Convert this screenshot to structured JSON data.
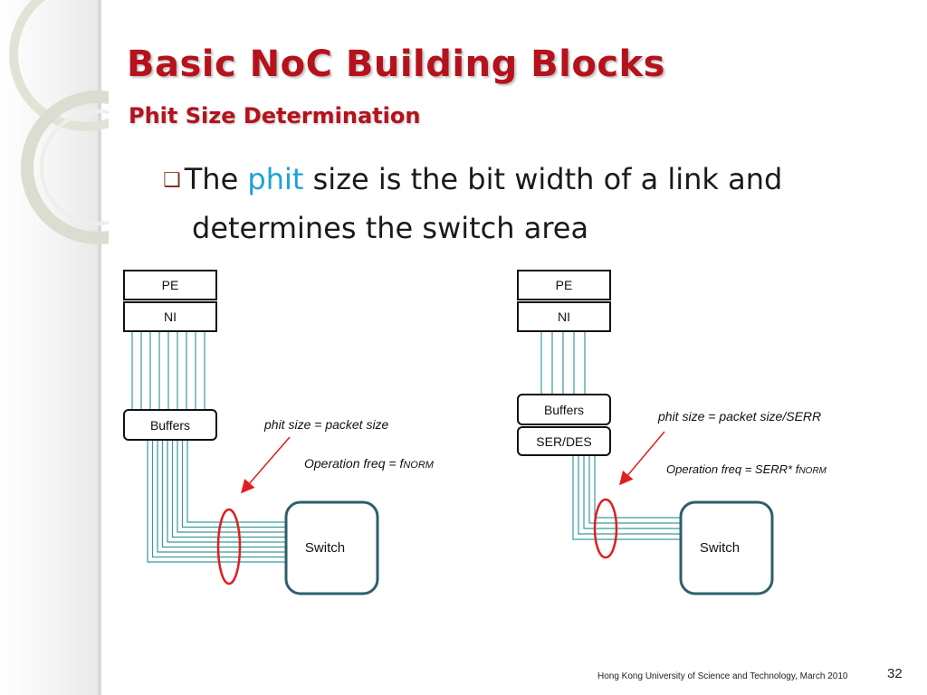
{
  "slide": {
    "title": "Basic NoC Building Blocks",
    "subtitle": "Phit Size Determination",
    "bullet": {
      "text_before": "The ",
      "highlight": "phit",
      "text_after": " size is the bit width of a link and",
      "line2": "determines the switch area"
    },
    "footer": "Hong Kong University of Science and Technology, March 2010",
    "page_number": "32"
  },
  "diagram_left": {
    "pe_label": "PE",
    "ni_label": "NI",
    "buffers_label": "Buffers",
    "switch_label": "Switch",
    "phit_note": "phit size = packet size",
    "freq_prefix": "Operation freq = f",
    "freq_sub": "NORM",
    "wire_count": 9
  },
  "diagram_right": {
    "pe_label": "PE",
    "ni_label": "NI",
    "buffers_label": "Buffers",
    "serdes_label": "SER/DES",
    "switch_label": "Switch",
    "phit_note": "phit size = packet size/SERR",
    "freq_prefix": "Operation freq = SERR* f",
    "freq_sub": "NORM",
    "wire_count": 5
  },
  "colors": {
    "title": "#b5121b",
    "highlight": "#1da1d8",
    "wire": "#3a9a9a",
    "switch_border": "#2e5f6b",
    "ellipse": "#e01e1e",
    "arrow": "#e01e1e"
  }
}
